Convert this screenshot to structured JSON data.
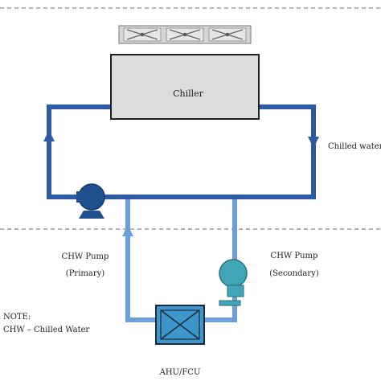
{
  "chiller": {
    "label": "Chiller"
  },
  "labels": {
    "chilled_water": "Chilled water",
    "chw_pump_primary_line1": "CHW Pump",
    "chw_pump_primary_line2": "(Primary)",
    "chw_pump_secondary_line1": "CHW Pump",
    "chw_pump_secondary_line2": "(Secondary)",
    "ahu_fcu": "AHU/FCU"
  },
  "note": {
    "heading": "NOTE:",
    "text": "CHW – Chilled Water"
  },
  "colors": {
    "primary_loop": "#2d5aa3",
    "secondary_loop": "#6a9fdc",
    "primary_pump": "#1f4f8f",
    "secondary_pump": "#3fa6b8",
    "ahu_fill": "#3d95c9",
    "chiller_fill": "#dcdcdc",
    "fan_fill": "#cfcfcf"
  },
  "icons": {
    "fans": "condenser-fan-icon",
    "flow_arrow": "flow-arrow-icon",
    "ahu_coil": "coil-x-icon"
  }
}
